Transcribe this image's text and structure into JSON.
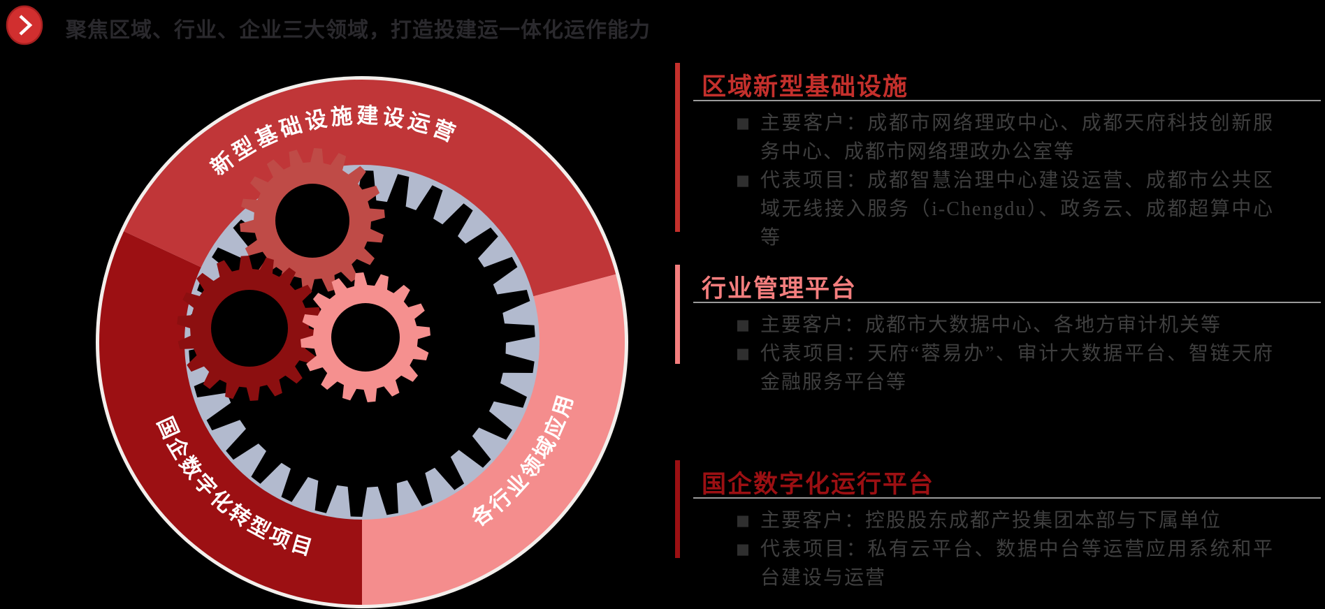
{
  "theme": {
    "background": "#000000",
    "title_text": "#2a292d",
    "body_text": "#3f3f3f",
    "bullet_mark": "#2f2f2f",
    "rule": "#9b9b9b"
  },
  "header": {
    "title": "聚焦区域、行业、企业三大领域，打造投建运一体化运作能力",
    "badge_color": "#d12f2f",
    "badge_edge_color": "#a82020",
    "chevron_color": "#ffffff"
  },
  "diagram": {
    "rim_color": "#f3efec",
    "inner_circle_color": "#b2bace",
    "big_gear_color": "#000000",
    "ring_segments": [
      {
        "position": "top",
        "label": "新型基础设施建设运营",
        "color": "#c03638"
      },
      {
        "position": "bottom-left",
        "label": "国企数字化转型项目",
        "color": "#9c1013"
      },
      {
        "position": "bottom-right",
        "label": "各行业领域应用",
        "color": "#f48d8d"
      }
    ],
    "gears": {
      "top": "#bf4b47",
      "left": "#8c0f10",
      "right": "#f5908f"
    },
    "label_text_color": "#ffffff"
  },
  "list": {
    "marker": "■"
  },
  "sections": [
    {
      "title": "区域新型基础设施",
      "accent_color": "#c4302c",
      "bullets": [
        "主要客户：成都市网络理政中心、成都天府科技创新服务中心、成都市网络理政办公室等",
        "代表项目：成都智慧治理中心建设运营、成都市公共区域无线接入服务（i-Chengdu）、政务云、成都超算中心等"
      ]
    },
    {
      "title": "行业管理平台",
      "accent_color": "#f47e7e",
      "bullets": [
        "主要客户：成都市大数据中心、各地方审计机关等",
        "代表项目：天府“蓉易办”、审计大数据平台、智链天府金融服务平台等"
      ]
    },
    {
      "title": "国企数字化运行平台",
      "accent_color": "#9c1013",
      "bullets": [
        "主要客户：控股股东成都产投集团本部与下属单位",
        "代表项目：私有云平台、数据中台等运营应用系统和平台建设与运营"
      ]
    }
  ]
}
